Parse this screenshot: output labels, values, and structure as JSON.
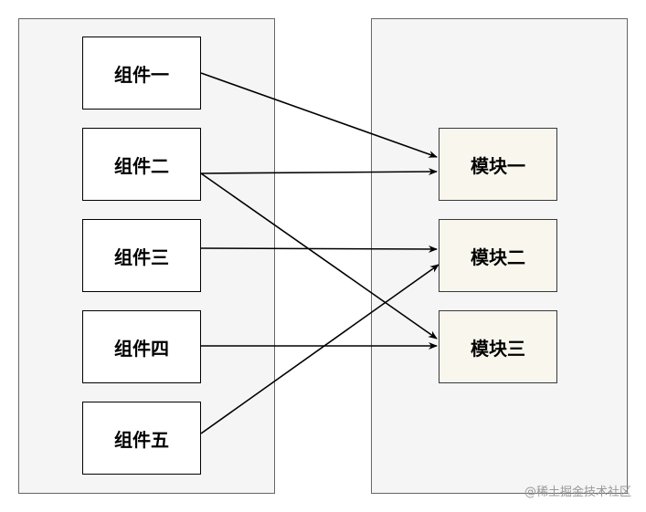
{
  "components": [
    {
      "id": "c1",
      "label": "组件一"
    },
    {
      "id": "c2",
      "label": "组件二"
    },
    {
      "id": "c3",
      "label": "组件三"
    },
    {
      "id": "c4",
      "label": "组件四"
    },
    {
      "id": "c5",
      "label": "组件五"
    }
  ],
  "modules": [
    {
      "id": "m1",
      "label": "模块一"
    },
    {
      "id": "m2",
      "label": "模块二"
    },
    {
      "id": "m3",
      "label": "模块三"
    }
  ],
  "connections": [
    {
      "from": "c1",
      "to": "m1"
    },
    {
      "from": "c2",
      "to": "m1"
    },
    {
      "from": "c2",
      "to": "m3"
    },
    {
      "from": "c3",
      "to": "m2"
    },
    {
      "from": "c4",
      "to": "m3"
    },
    {
      "from": "c5",
      "to": "m2"
    }
  ],
  "watermark": "@稀土掘金技术社区",
  "colors": {
    "panel_bg": "#f5f5f5",
    "module_bg": "#f9f7ed",
    "line": "#000000"
  }
}
